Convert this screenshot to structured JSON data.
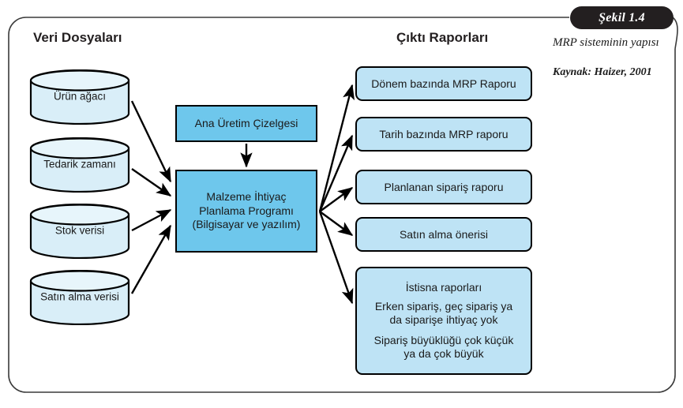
{
  "figure": {
    "badge_label": "Şekil 1.4",
    "caption": "MRP sisteminin yapısı",
    "source": "Kaynak: Haizer, 2001"
  },
  "headings": {
    "left": "Veri Dosyaları",
    "right": "Çıktı Raporları"
  },
  "data_files": [
    {
      "label": "Ürün ağacı"
    },
    {
      "label": "Tedarik zamanı"
    },
    {
      "label": "Stok verisi"
    },
    {
      "label": "Satın alma verisi"
    }
  ],
  "process": {
    "master_schedule": "Ana Üretim Çizelgesi",
    "mrp_line1": "Malzeme İhtiyaç",
    "mrp_line2": "Planlama Programı",
    "mrp_line3": "(Bilgisayar ve yazılım)"
  },
  "output_reports": [
    {
      "label": "Dönem bazında MRP Raporu"
    },
    {
      "label": "Tarih bazında MRP raporu"
    },
    {
      "label": "Planlanan sipariş raporu"
    },
    {
      "label": "Satın alma önerisi"
    }
  ],
  "exception_report": {
    "title": "İstisna raporları",
    "line1": "Erken sipariş, geç sipariş ya",
    "line2": "da siparişe ihtiyaç yok",
    "line3": "Sipariş büyüklüğü çok küçük",
    "line4": "ya da çok büyük"
  },
  "colors": {
    "process_fill": "#6ec7ec",
    "output_fill": "#bee3f5",
    "cylinder_fill": "#d9eef8",
    "badge_bg": "#231f20",
    "stroke": "#000000"
  }
}
